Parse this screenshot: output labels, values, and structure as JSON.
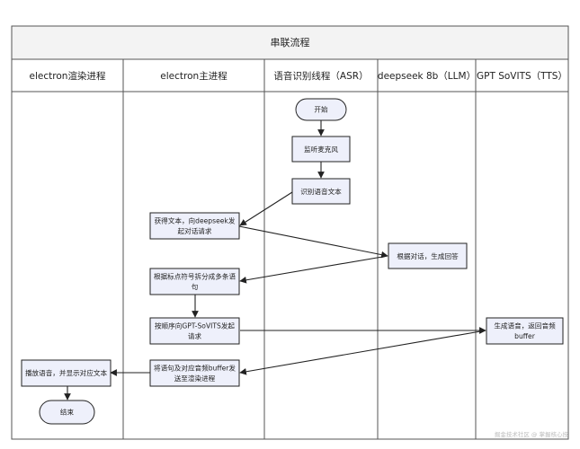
{
  "title": "串联流程",
  "lanes": [
    {
      "id": "render",
      "label": "electron渲染进程"
    },
    {
      "id": "main",
      "label": "electron主进程"
    },
    {
      "id": "asr",
      "label": "语音识别线程（ASR）"
    },
    {
      "id": "llm",
      "label": "deepseek 8b（LLM）"
    },
    {
      "id": "tts",
      "label": "GPT SoVITS（TTS）"
    }
  ],
  "nodes": [
    {
      "id": "start",
      "shape": "pill",
      "lines": [
        "开始"
      ]
    },
    {
      "id": "listen",
      "shape": "rect",
      "lines": [
        "监听麦克风"
      ]
    },
    {
      "id": "recognize",
      "shape": "rect",
      "lines": [
        "识别语音文本"
      ]
    },
    {
      "id": "get_text",
      "shape": "rect",
      "lines": [
        "获得文本，向deepseek发",
        "起对话请求"
      ]
    },
    {
      "id": "reply",
      "shape": "rect",
      "lines": [
        "根据对话，生成回答"
      ]
    },
    {
      "id": "split",
      "shape": "rect",
      "lines": [
        "根据标点符号拆分成多条语",
        "句"
      ]
    },
    {
      "id": "send_tts",
      "shape": "rect",
      "lines": [
        "按顺序向GPT-SoVITS发起",
        "请求"
      ]
    },
    {
      "id": "gen_audio",
      "shape": "rect",
      "lines": [
        "生成语音，返回音频",
        "buffer"
      ]
    },
    {
      "id": "send_render",
      "shape": "rect",
      "lines": [
        "将语句及对应音频buffer发",
        "送至渲染进程"
      ]
    },
    {
      "id": "play",
      "shape": "rect",
      "lines": [
        "播放语音，并显示对应文本"
      ]
    },
    {
      "id": "end",
      "shape": "pill",
      "lines": [
        "结束"
      ]
    }
  ],
  "edges": [
    {
      "from": "start",
      "to": "listen"
    },
    {
      "from": "listen",
      "to": "recognize"
    },
    {
      "from": "recognize",
      "to": "get_text"
    },
    {
      "from": "get_text",
      "to": "reply"
    },
    {
      "from": "reply",
      "to": "split"
    },
    {
      "from": "split",
      "to": "send_tts"
    },
    {
      "from": "send_tts",
      "to": "gen_audio"
    },
    {
      "from": "gen_audio",
      "to": "send_render"
    },
    {
      "from": "send_render",
      "to": "play"
    },
    {
      "from": "play",
      "to": "end"
    }
  ],
  "watermark": "掘金技术社区 @ 掌握核心技",
  "colors": {
    "node_fill": "#eef0fb",
    "header_fill": "#f3f3f3",
    "line": "#222222",
    "border": "#555555"
  }
}
